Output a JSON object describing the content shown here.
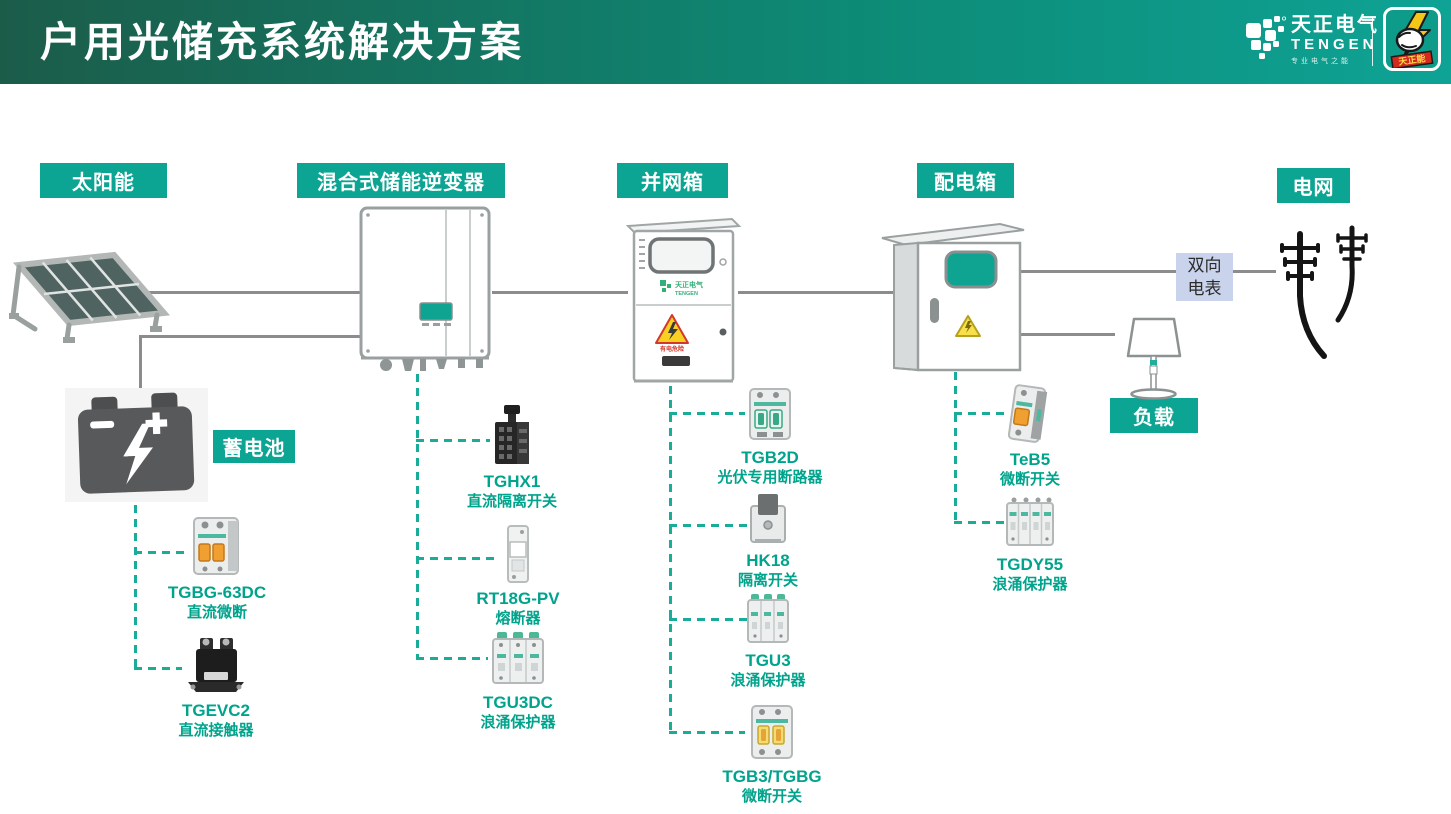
{
  "title": "户用光储充系统解决方案",
  "brand": {
    "cn": "天正电气",
    "en": "TENGEN",
    "tagline": "专业电气之能",
    "badge": "天正能"
  },
  "labels": {
    "solar": "太阳能",
    "inverter": "混合式储能逆变器",
    "grid_box": "并网箱",
    "dist_box": "配电箱",
    "grid": "电网",
    "battery": "蓄电池",
    "load": "负载"
  },
  "meter": {
    "line1": "双向",
    "line2": "电表"
  },
  "grid_box_logo": {
    "cn": "天正电气",
    "en": "TENGEN"
  },
  "grid_box_warning": "有电危险",
  "components": {
    "tgbg63dc": {
      "model": "TGBG-63DC",
      "desc": "直流微断"
    },
    "tgevc2": {
      "model": "TGEVC2",
      "desc": "直流接触器"
    },
    "tghx1": {
      "model": "TGHX1",
      "desc": "直流隔离开关"
    },
    "rt18gpv": {
      "model": "RT18G-PV",
      "desc": "熔断器"
    },
    "tgu3dc": {
      "model": "TGU3DC",
      "desc": "浪涌保护器"
    },
    "tgb2d": {
      "model": "TGB2D",
      "desc": "光伏专用断路器"
    },
    "hk18": {
      "model": "HK18",
      "desc": "隔离开关"
    },
    "tgu3": {
      "model": "TGU3",
      "desc": "浪涌保护器"
    },
    "tgb3tgbg": {
      "model": "TGB3/TGBG",
      "desc": "微断开关"
    },
    "teb5": {
      "model": "TeB5",
      "desc": "微断开关"
    },
    "tgdy55": {
      "model": "TGDY55",
      "desc": "浪涌保护器"
    }
  },
  "colors": {
    "header_gradient_start": "#1b5c49",
    "header_gradient_end": "#0ea395",
    "section_label_bg": "#0ca492",
    "product_text": "#00a38c",
    "dashed_line": "#19ac99",
    "solid_line": "#8c8c8c",
    "meter_bg": "#c9d4ec",
    "battery_body": "#58595b"
  }
}
